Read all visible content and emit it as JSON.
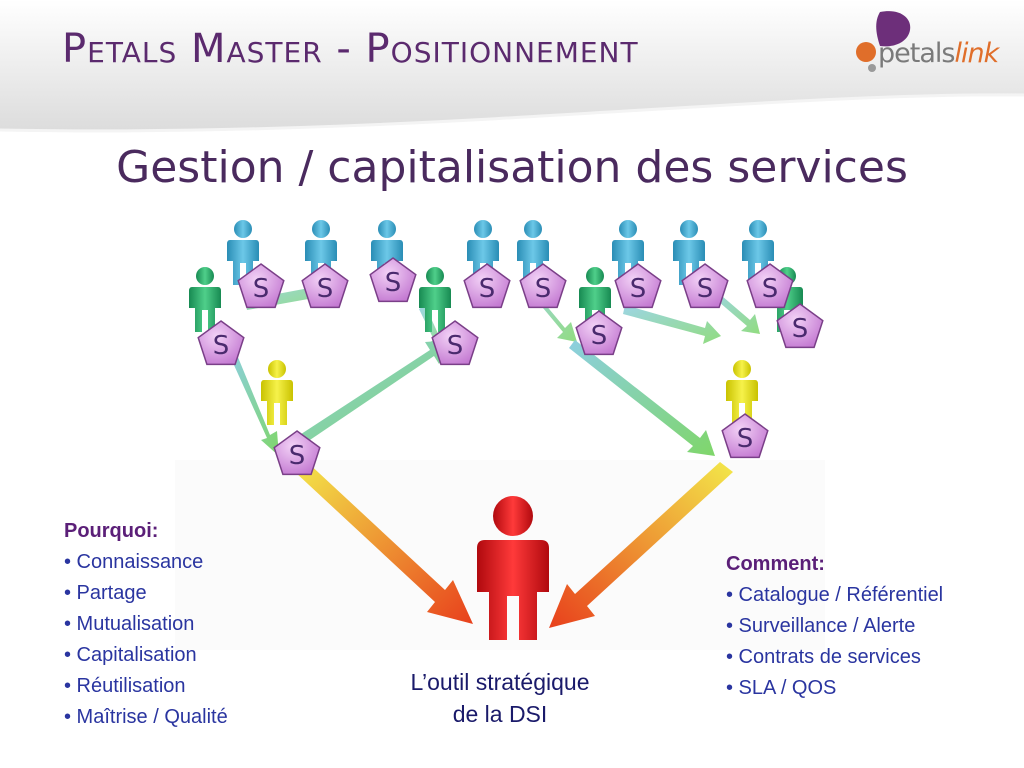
{
  "header": {
    "title": "Petals Master - Positionnement",
    "logo": {
      "prefix": "petals",
      "accent": "link"
    }
  },
  "subtitle": "Gestion / capitalisation des services",
  "diagram": {
    "service_symbol": "S",
    "colors": {
      "purple": "#5b2a6e",
      "service": "#d78fe0",
      "blue": "#38a9cf",
      "green": "#27a96a",
      "yellow": "#e6e01a",
      "red": "#d9151b"
    }
  },
  "left_block": {
    "heading": "Pourquoi:",
    "items": [
      "• Connaissance",
      "• Partage",
      "• Mutualisation",
      "• Capitalisation",
      "• Réutilisation",
      "• Maîtrise / Qualité"
    ]
  },
  "right_block": {
    "heading": "Comment:",
    "items": [
      "• Catalogue / Référentiel",
      "• Surveillance / Alerte",
      "• Contrats de services",
      "• SLA / QOS"
    ]
  },
  "caption": {
    "line1": "L’outil stratégique",
    "line2": "de la DSI"
  }
}
